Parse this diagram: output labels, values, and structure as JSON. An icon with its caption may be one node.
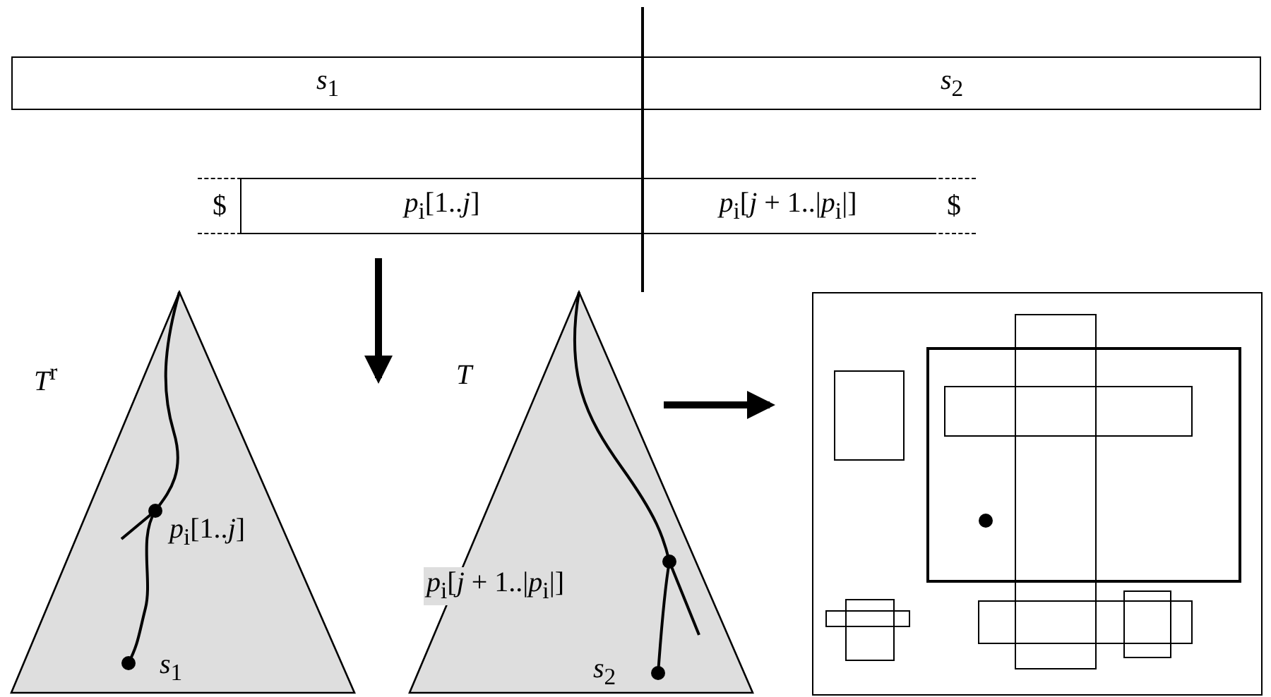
{
  "diagram": {
    "nodes": [
      {
        "text": [
          "*s*$_{1}$"
        ]
      },
      {
        "text": [
          "*s*$_{2}$"
        ]
      },
      {
        "text": [
          "$"
        ]
      },
      {
        "text": [
          "*p*$_{i}$[1..*j*]"
        ]
      },
      {
        "text": [
          "*p*$_{i}$[*j* + 1..|*p*$_{i}$|]"
        ]
      },
      {
        "text": [
          "$"
        ]
      },
      {
        "text": [
          "*T*$^{r}$",
          "*p*$_{i}$[1..*j*]",
          "*s*$_{1}$"
        ]
      },
      {
        "text": [
          "*T*",
          "*p*$_{i}$[*j* + 1..|*p*$_{i}$|]",
          "*s*$_{2}$"
        ]
      },
      {
        "text": [],
        "shape": "box"
      }
    ],
    "edges": [
      {
        "from": 7,
        "to": 8,
        "arrow": "to"
      }
    ]
  }
}
